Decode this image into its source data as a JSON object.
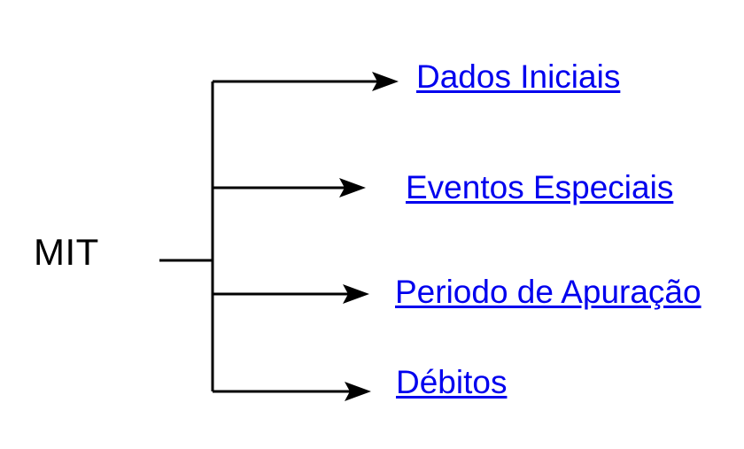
{
  "diagram": {
    "root_label": "MIT",
    "links": [
      {
        "label": "Dados Iniciais"
      },
      {
        "label": "Eventos Especiais"
      },
      {
        "label": "Periodo de Apuração"
      },
      {
        "label": "Débitos"
      }
    ],
    "colors": {
      "link": "#0000ee",
      "line": "#000000",
      "background": "#ffffff"
    }
  }
}
